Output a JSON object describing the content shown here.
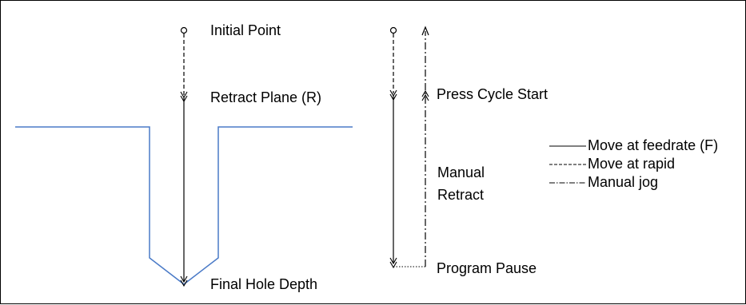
{
  "labels": {
    "initial_point": "Initial Point",
    "retract_plane": "Retract Plane (R)",
    "final_hole_depth": "Final Hole Depth",
    "press_cycle_start": "Press Cycle Start",
    "manual_line1": "Manual",
    "manual_line2": "Retract",
    "program_pause": "Program Pause"
  },
  "legend": {
    "feedrate": "Move at feedrate (F)",
    "rapid": "Move at rapid",
    "jog": "Manual jog"
  },
  "colors": {
    "workpiece_outline": "#4a7ac7",
    "path_lines": "#000000"
  }
}
